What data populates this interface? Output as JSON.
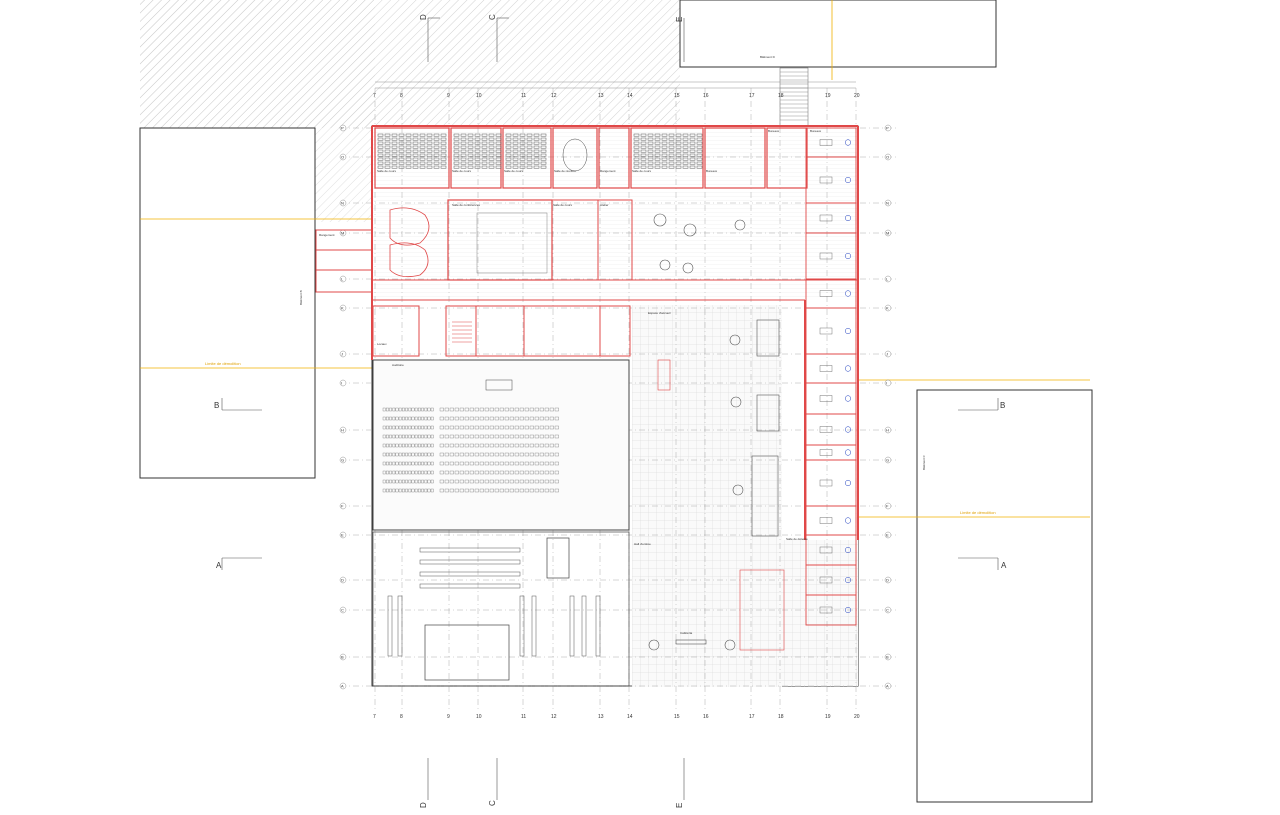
{
  "colors": {
    "wall": "#e04848",
    "wall_light": "#f2a0a0",
    "line": "#444444",
    "grid": "#999999",
    "hatch": "#cfcfcf",
    "orange": "#f0b000",
    "blue": "#2040c0",
    "floor": "#f3f3f3"
  },
  "column_grid": [
    "7",
    "8",
    "9",
    "10",
    "11",
    "12",
    "13",
    "14",
    "15",
    "16",
    "17",
    "18",
    "19",
    "20"
  ],
  "row_grid": [
    "P",
    "O",
    "N",
    "M",
    "L",
    "K",
    "J",
    "I",
    "H",
    "G",
    "F",
    "E",
    "D",
    "C",
    "B",
    "A"
  ],
  "section_markers": {
    "A": "A",
    "B": "B",
    "C": "C",
    "D": "D",
    "E": "E"
  },
  "neighbor_labels": {
    "left": "Bâtiment B",
    "right": "Bâtiment C",
    "top": "Bâtiment D"
  },
  "orange_labels": {
    "left": "Limite de démolition",
    "right": "Limite de démolition"
  },
  "rooms": [
    "Salle de cours",
    "Salle de cours",
    "Salle de cours",
    "Salle de réunion",
    "Rangement",
    "Salle de cours",
    "Bureaux",
    "Bureaux",
    "Bureaux",
    "Salle de conférences",
    "Salle de cours",
    "Atelier",
    "Rangement",
    "Locaux",
    "Espace d'accueil",
    "Auditoire",
    "Hall d'entrée",
    "Cafétéria",
    "Salle de détente"
  ]
}
